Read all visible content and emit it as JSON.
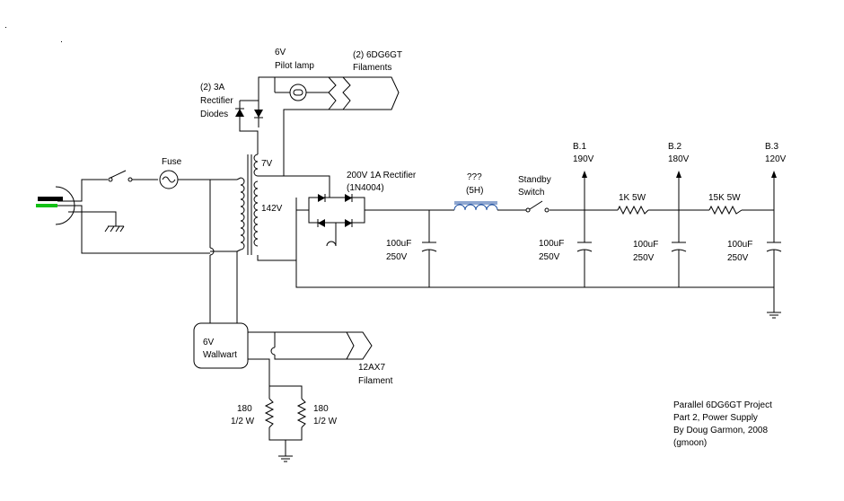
{
  "colors": {
    "wire": "#000000",
    "inductor": "#1c4ea0",
    "plug_green": "#12c015",
    "plug_black": "#000000",
    "background": "#ffffff"
  },
  "labels": {
    "pilot_lamp": [
      "6V",
      "Pilot lamp"
    ],
    "filaments": [
      "(2) 6DG6GT",
      "Filaments"
    ],
    "rectifier_diodes": [
      "(2) 3A",
      "Rectifier",
      "Diodes"
    ],
    "fuse": "Fuse",
    "secondary_7v": "7V",
    "secondary_142v": "142V",
    "bridge": [
      "200V 1A Rectifier",
      "(1N4004)"
    ],
    "choke": [
      "???",
      "(5H)"
    ],
    "standby": [
      "Standby",
      "Switch"
    ],
    "b1": [
      "B.1",
      "190V"
    ],
    "b2": [
      "B.2",
      "180V"
    ],
    "b3": [
      "B.3",
      "120V"
    ],
    "r1": "1K 5W",
    "r2": "15K 5W",
    "c1": [
      "100uF",
      "250V"
    ],
    "c2": [
      "100uF",
      "250V"
    ],
    "c3": [
      "100uF",
      "250V"
    ],
    "c4": [
      "100uF",
      "250V"
    ],
    "wallwart": [
      "6V",
      "Wallwart"
    ],
    "ax7_filament": [
      "12AX7",
      "Filament"
    ],
    "res_left": [
      "180",
      "1/2 W"
    ],
    "res_right": [
      "180",
      "1/2 W"
    ],
    "credits": [
      "Parallel 6DG6GT Project",
      "Part 2, Power Supply",
      "By Doug Garmon, 2008",
      "(gmoon)"
    ]
  }
}
